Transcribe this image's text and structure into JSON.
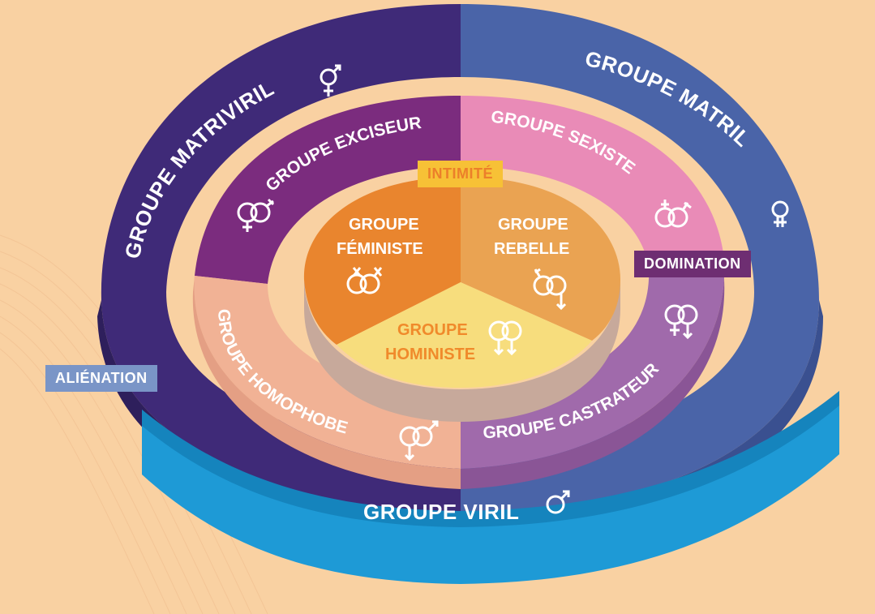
{
  "tags": {
    "intimite": "INTIMITÉ",
    "domination": "DOMINATION",
    "alienation": "ALIÉNATION"
  },
  "outer_ring": {
    "matriviril": "GROUPE MATRIVIRIL",
    "matril": "GROUPE MATRIL",
    "viril": "GROUPE VIRIL"
  },
  "middle_ring": {
    "exciseur": "GROUPE EXCISEUR",
    "sexiste": "GROUPE SEXISTE",
    "castrateur": "GROUPE CASTRATEUR",
    "homophobe": "GROUPE HOMOPHOBE"
  },
  "core": {
    "feministe_l1": "GROUPE",
    "feministe_l2": "FÉMINISTE",
    "rebelle_l1": "GROUPE",
    "rebelle_l2": "REBELLE",
    "hoministe_l1": "GROUPE",
    "hoministe_l2": "HOMINISTE"
  },
  "colors": {
    "background": "#f9d1a2",
    "matriviril": "#3f2a78",
    "matril": "#4a64a8",
    "viril": "#1e9ad6",
    "exciseur": "#7b2c7e",
    "sexiste": "#e98bb7",
    "castrateur": "#a06aab",
    "homophobe": "#f1b295",
    "feministe": "#e9852e",
    "rebelle": "#eaa352",
    "hoministe": "#f7dd7d"
  },
  "icons": [
    "venus-mars-icon",
    "intersex-venus-mars-icon",
    "venus-double-icon",
    "mars-double-icon",
    "mars-icon",
    "double-venus-icon"
  ]
}
